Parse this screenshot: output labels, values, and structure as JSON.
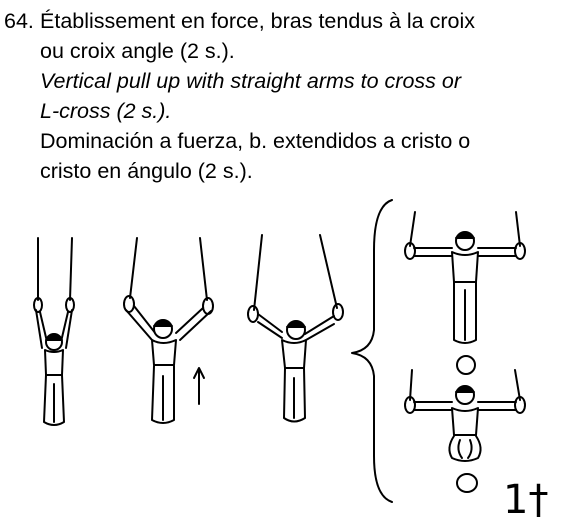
{
  "element": {
    "number": "64.",
    "french": [
      "Établissement en force, bras tendus à la croix",
      "ou croix angle (2 s.)."
    ],
    "english": [
      "Vertical pull up with straight arms to cross or",
      "L-cross (2 s.)."
    ],
    "spanish": [
      "Dominación a fuerza, b. extendidos a cristo o",
      "cristo en ángulo (2 s.)."
    ]
  },
  "difficulty_mark": "1†",
  "colors": {
    "ink": "#000000",
    "paper": "#ffffff"
  }
}
